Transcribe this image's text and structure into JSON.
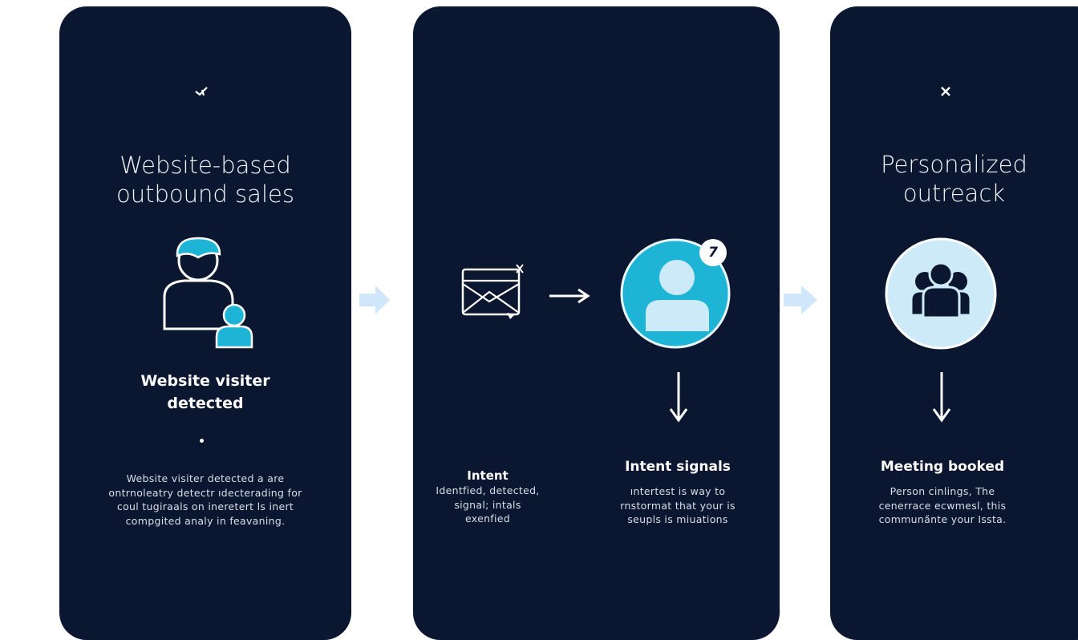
{
  "colors": {
    "panel": "#0b1730",
    "accent": "#1eb4d6",
    "light": "#cdeaf8",
    "connector": "#cfe6fb"
  },
  "panel1": {
    "top_icon": "check-icon",
    "title_line1": "Website-based",
    "title_line2": "outbound sales",
    "heading_line1": "Website visiter",
    "heading_line2": "detected",
    "body": [
      "Website visiter detected a are",
      "ontrnoleatry detectr ıdecterading for",
      "coul tugiraals on ineretert ls inert",
      "compgited analy in feavaning."
    ]
  },
  "panel2": {
    "left_heading": "Intent",
    "left_body": [
      "Identfied, detected,",
      "signal; intals",
      "exenfied"
    ],
    "badge": "7",
    "right_heading": "Intent signals",
    "right_body": [
      "ıntertest is way to",
      "rnstormat that your is",
      "seupls is miuations"
    ]
  },
  "panel3": {
    "top_icon": "close-icon",
    "title_line1": "Personalized",
    "title_line2": "outreack",
    "heading": "Meeting booked",
    "body": [
      "Person cinlings, The",
      "cenerrace ecwmesl, this",
      "communa̋nte your Issta."
    ]
  }
}
